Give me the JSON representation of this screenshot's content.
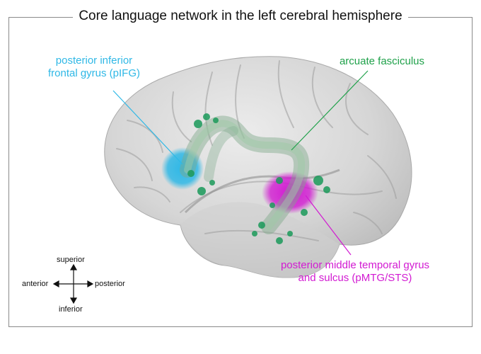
{
  "title": "Core language network in the left cerebral hemisphere",
  "labels": {
    "pifg_line1": "posterior inferior",
    "pifg_line2": "frontal gyrus (pIFG)",
    "arcuate": "arcuate fasciculus",
    "pmtg_line1": "posterior middle temporal gyrus",
    "pmtg_line2": "and sulcus (pMTG/STS)"
  },
  "orientation": {
    "superior": "superior",
    "inferior": "inferior",
    "anterior": "anterior",
    "posterior": "posterior"
  },
  "colors": {
    "pifg": "#2fb8e6",
    "arcuate": "#1fa14a",
    "pmtg": "#d21ad2",
    "brain": "#d9d9d9"
  }
}
